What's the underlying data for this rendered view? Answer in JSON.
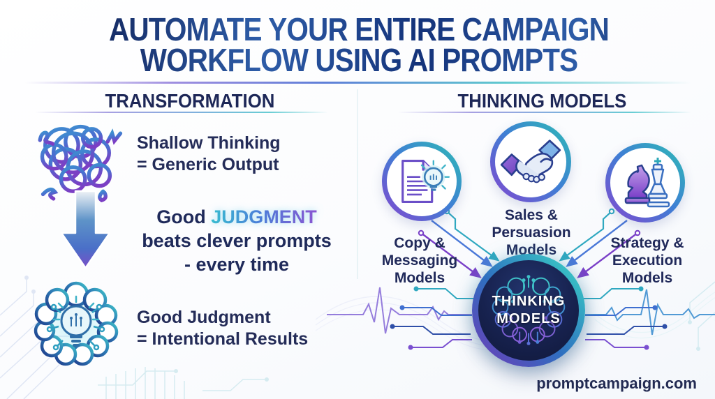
{
  "title": {
    "line1": "AUTOMATE YOUR ENTIRE CAMPAIGN",
    "line2": "WORKFLOW USING AI PROMPTS"
  },
  "left": {
    "heading": "TRANSFORMATION",
    "shallow_line1": "Shallow Thinking",
    "shallow_line2": "= Generic Output",
    "quote_word1": "Good ",
    "quote_highlight": "JUDGMENT",
    "quote_line2": "beats clever prompts",
    "quote_line3": "- every time",
    "good_line1": "Good Judgment",
    "good_line2": "= Intentional Results"
  },
  "right": {
    "heading": "THINKING MODELS",
    "models": [
      {
        "icon": "document-lightbulb-icon",
        "line1": "Copy &",
        "line2": "Messaging",
        "line3": "Models"
      },
      {
        "icon": "handshake-icon",
        "line1": "Sales &",
        "line2": "Persuasion",
        "line3": "Models"
      },
      {
        "icon": "chess-strategy-icon",
        "line1": "Strategy &",
        "line2": "Execution",
        "line3": "Models"
      }
    ],
    "badge_line1": "THINKING",
    "badge_line2": "MODELS"
  },
  "footer": {
    "website": "promptcampaign.com"
  },
  "colors": {
    "navy": "#212a58",
    "teal": "#2fb1b4",
    "blue": "#3f7fd4",
    "purple": "#7a4fc8",
    "badge_bg": "#141d45",
    "highlight_start": "#35b6c9",
    "highlight_end": "#8a55d2"
  }
}
